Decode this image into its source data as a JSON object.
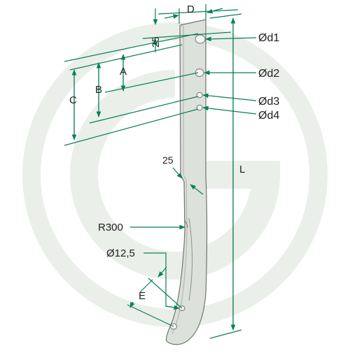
{
  "colors": {
    "dimension_line": "#0a7f5a",
    "watermark": "#e9eee9",
    "tine_fill": "#dde1dc",
    "tine_stroke": "#6f7570",
    "label_text": "#1f1f1f"
  },
  "labels": {
    "d": "D",
    "twenty_five_top": "25",
    "a": "A",
    "b": "B",
    "c": "C",
    "d1": "Ød1",
    "d2": "Ød2",
    "d3": "Ød3",
    "d4": "Ød4",
    "twenty_five_side": "25",
    "l": "L",
    "r300": "R300",
    "d12_5": "Ø12,5",
    "e": "E"
  }
}
